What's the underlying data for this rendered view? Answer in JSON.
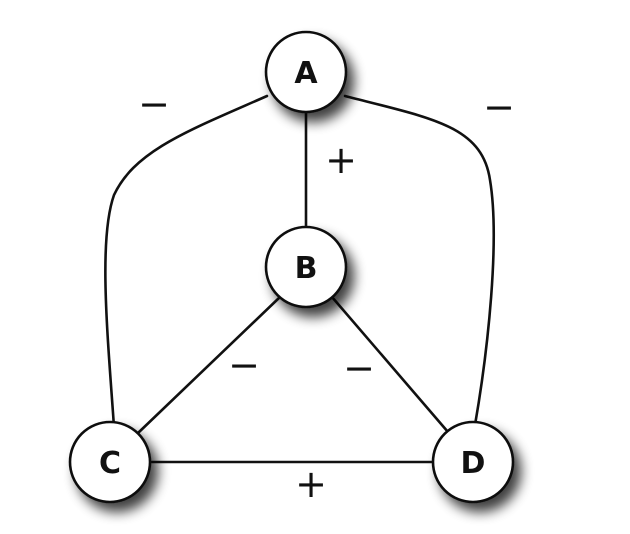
{
  "diagram": {
    "nodes": {
      "a": "A",
      "b": "B",
      "c": "C",
      "d": "D"
    },
    "edges": {
      "a_b": "+",
      "a_c": "−",
      "a_d": "−",
      "b_c": "−",
      "b_d": "−",
      "c_d": "+"
    }
  },
  "colors": {
    "stroke": "#111111",
    "node_fill": "#ffffff",
    "background": "#ffffff"
  }
}
